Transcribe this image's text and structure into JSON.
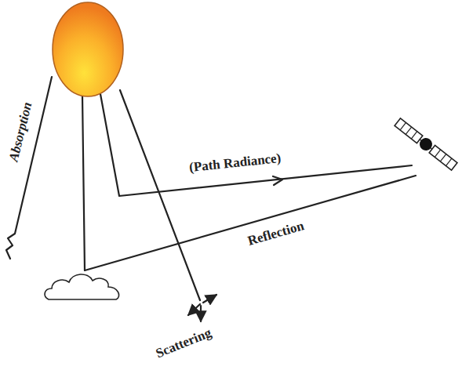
{
  "diagram": {
    "labels": [
      "Absorption",
      "(Path Radiance)",
      "Reflection",
      "Scattering"
    ]
  }
}
